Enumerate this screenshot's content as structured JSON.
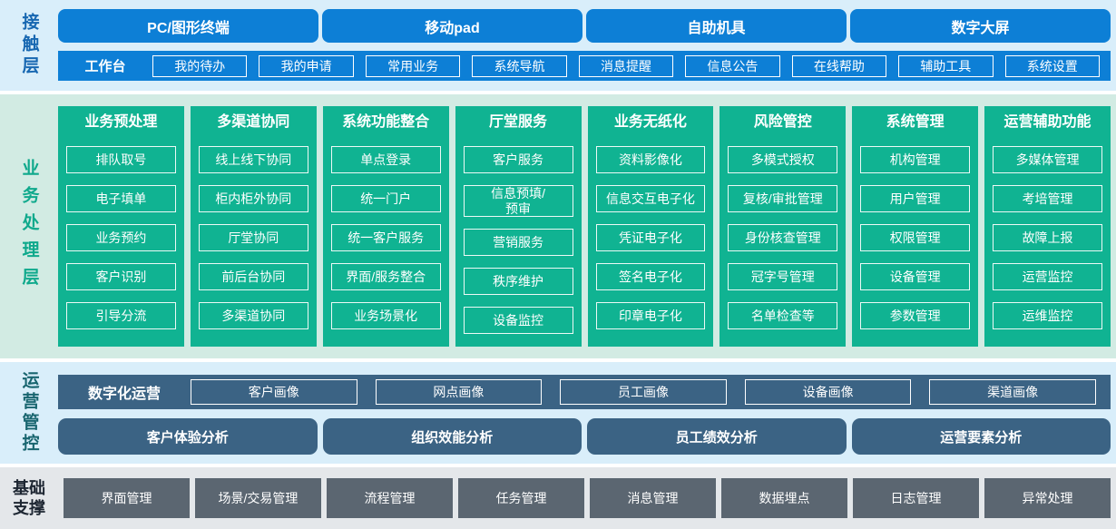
{
  "colors": {
    "primary_blue": "#0d7fd6",
    "teal_green": "#10b392",
    "slate_blue": "#3b6384",
    "foundation_gray": "#5b6671",
    "band_blue_bg": "#d9eefa",
    "band_green_bg": "#d2ebe3",
    "band_gray_bg": "#e4e7ea",
    "contact_label_color": "#1767b1",
    "business_label_color": "#0fa98c",
    "ops_label_color": "#18656f",
    "foundation_label_color": "#1d2632"
  },
  "contact_layer": {
    "label": "接触层",
    "terminals": [
      "PC/图形终端",
      "移动pad",
      "自助机具",
      "数字大屏"
    ],
    "workbench": {
      "label": "工作台",
      "items": [
        "我的待办",
        "我的申请",
        "常用业务",
        "系统导航",
        "消息提醒",
        "信息公告",
        "在线帮助",
        "辅助工具",
        "系统设置"
      ]
    }
  },
  "business_layer": {
    "label": "业务处理层",
    "columns": [
      {
        "title": "业务预处理",
        "items": [
          "排队取号",
          "电子填单",
          "业务预约",
          "客户识别",
          "引导分流"
        ]
      },
      {
        "title": "多渠道协同",
        "items": [
          "线上线下协同",
          "柜内柜外协同",
          "厅堂协同",
          "前后台协同",
          "多渠道协同"
        ]
      },
      {
        "title": "系统功能整合",
        "items": [
          "单点登录",
          "统一门户",
          "统一客户服务",
          "界面/服务整合",
          "业务场景化"
        ]
      },
      {
        "title": "厅堂服务",
        "items": [
          "客户服务",
          "信息预填/\n预审",
          "营销服务",
          "秩序维护",
          "设备监控"
        ]
      },
      {
        "title": "业务无纸化",
        "items": [
          "资料影像化",
          "信息交互电子化",
          "凭证电子化",
          "签名电子化",
          "印章电子化"
        ]
      },
      {
        "title": "风险管控",
        "items": [
          "多模式授权",
          "复核/审批管理",
          "身份核查管理",
          "冠字号管理",
          "名单检查等"
        ]
      },
      {
        "title": "系统管理",
        "items": [
          "机构管理",
          "用户管理",
          "权限管理",
          "设备管理",
          "参数管理"
        ]
      },
      {
        "title": "运营辅助功能",
        "items": [
          "多媒体管理",
          "考培管理",
          "故障上报",
          "运营监控",
          "运维监控"
        ]
      }
    ]
  },
  "operations_layer": {
    "label": "运营管控",
    "digital_ops": {
      "label": "数字化运营",
      "items": [
        "客户画像",
        "网点画像",
        "员工画像",
        "设备画像",
        "渠道画像"
      ]
    },
    "analysis": [
      "客户体验分析",
      "组织效能分析",
      "员工绩效分析",
      "运营要素分析"
    ]
  },
  "foundation_layer": {
    "label": "基础支撑",
    "items": [
      "界面管理",
      "场景/交易管理",
      "流程管理",
      "任务管理",
      "消息管理",
      "数据埋点",
      "日志管理",
      "异常处理"
    ]
  }
}
